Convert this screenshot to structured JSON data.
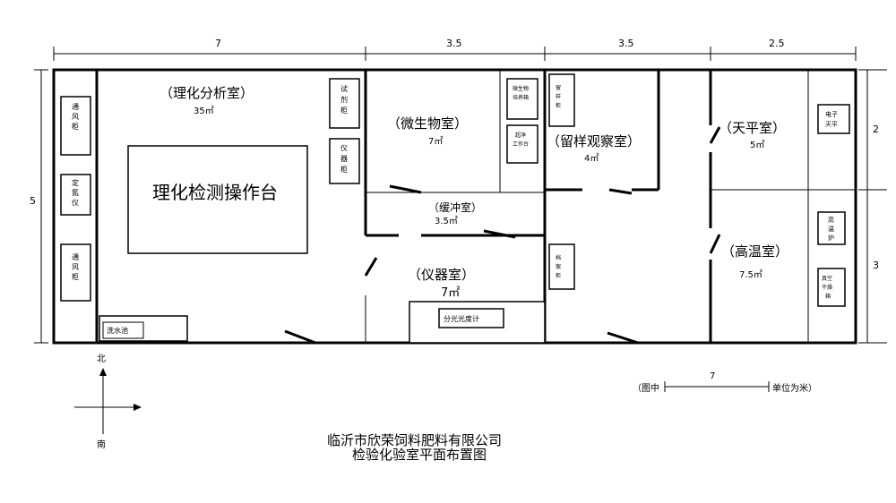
{
  "dimensions": {
    "top": [
      "7",
      "3.5",
      "3.5",
      "2.5"
    ],
    "left": "5",
    "right": [
      "2",
      "3"
    ]
  },
  "rooms": {
    "physchem": {
      "name": "（理化分析室）",
      "area": "35㎡"
    },
    "microbe": {
      "name": "（微生物室）",
      "area": "7㎡"
    },
    "sample": {
      "name": "（留样观察室）",
      "area": "4㎡"
    },
    "balance": {
      "name": "（天平室）",
      "area": "5㎡"
    },
    "buffer": {
      "name": "（缓冲室）",
      "area": "3.5㎡"
    },
    "instrument": {
      "name": "（仪器室）",
      "area": "7㎡"
    },
    "hightemp": {
      "name": "（高温室）",
      "area": "7.5㎡"
    }
  },
  "furniture": {
    "workbench": "理化检测操作台",
    "fume_hood_1": "通风柜",
    "fume_hood_2": "通风柜",
    "fixed_nitrogen": "定氮仪",
    "sink": "洗水池",
    "reagent_cabinet": "试剂柜",
    "instrument_cabinet": "仪器柜",
    "microbe_box": "微生物培养箱",
    "clean_bench": "超净工作台",
    "sample_cabinet_1": "留样柜",
    "sample_cabinet_2": "档案柜",
    "spectrophotometer": "分光光度计",
    "electronic_balance": "电子天平",
    "muffle_furnace": "高温炉",
    "drying_oven": "真空干燥箱"
  },
  "compass": {
    "north": "北",
    "south": "南"
  },
  "scale": {
    "left": "（图中",
    "value": "7",
    "right": "单位为米）"
  },
  "title": {
    "line1": "临沂市欣荣饲料肥料有限公司",
    "line2": "检验化验室平面布置图"
  }
}
